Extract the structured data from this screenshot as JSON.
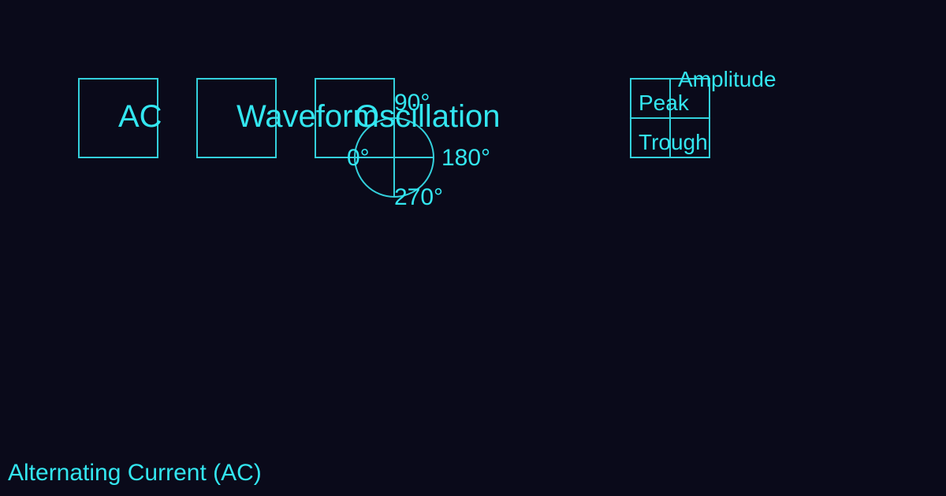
{
  "colors": {
    "background": "#0a0a1a",
    "stroke": "#33d0dc",
    "text": "#33e6f0"
  },
  "concepts": {
    "ac_label": "AC",
    "waveform_label": "Waveform",
    "oscillation_label": "Oscillation"
  },
  "phase_circle": {
    "label_90": "90°",
    "label_0": "0°",
    "label_180": "180°",
    "label_270": "270°"
  },
  "amplitude_grid": {
    "title": "Amplitude",
    "peak_label": "Peak",
    "trough_label": "Trough"
  },
  "footer": {
    "caption": "Alternating Current (AC)"
  }
}
